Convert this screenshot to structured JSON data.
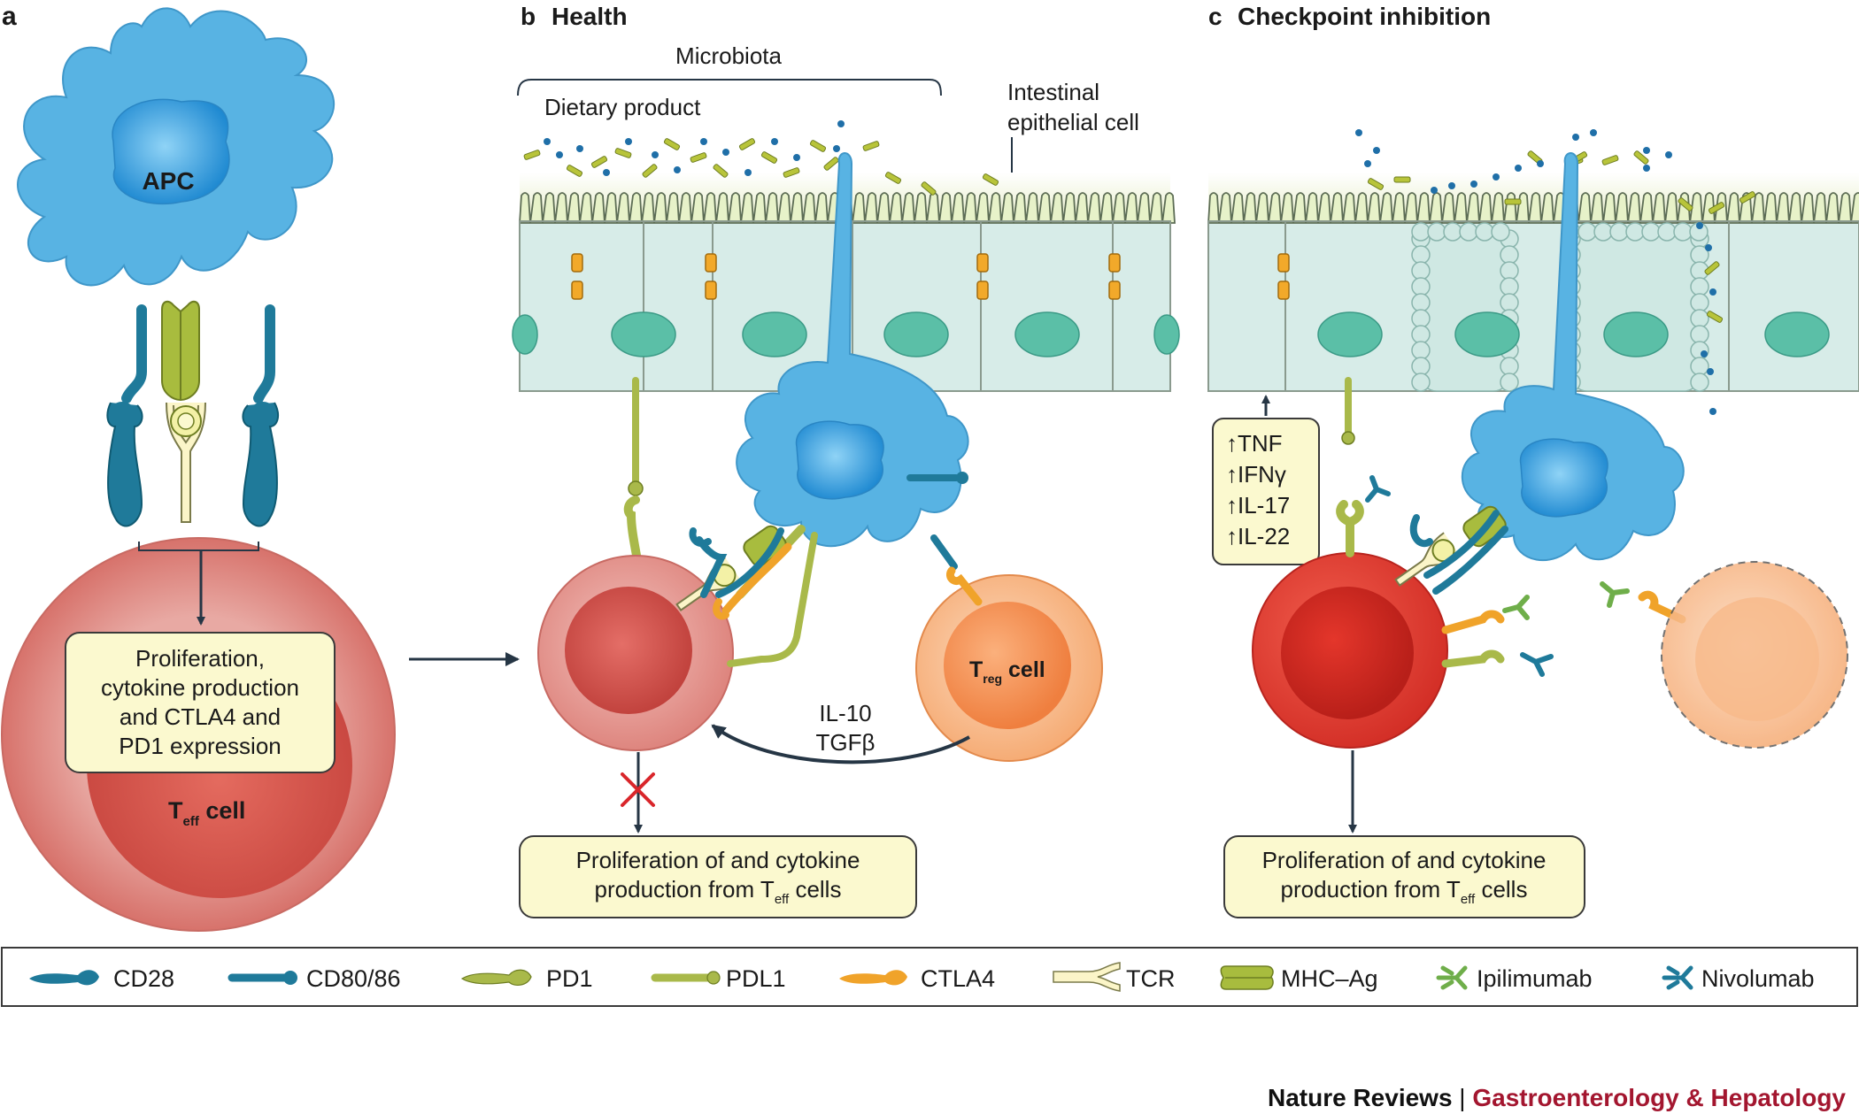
{
  "panels": {
    "a": {
      "letter": "a"
    },
    "b": {
      "letter": "b",
      "title": "Health"
    },
    "c": {
      "letter": "c",
      "title": "Checkpoint inhibition"
    }
  },
  "cells": {
    "apc": "APC",
    "teff_main": "T",
    "teff_sub": "eff",
    "teff_suffix": " cell",
    "treg_main": "T",
    "treg_sub": "reg",
    "treg_suffix": " cell"
  },
  "panel_a": {
    "box_lines": [
      "Proliferation,",
      "cytokine production",
      "and CTLA4 and",
      "PD1 expression"
    ]
  },
  "panel_b": {
    "microbiota": "Microbiota",
    "dietary": "Dietary product",
    "epithelial_line1": "Intestinal",
    "epithelial_line2": "epithelial cell",
    "cytokines_line1": "IL-10",
    "cytokines_line2": "TGFβ",
    "box_line1": "Proliferation of and cytokine",
    "box_line2_pre": "production from T",
    "box_line2_sub": "eff",
    "box_line2_post": " cells"
  },
  "panel_c": {
    "cytokines": [
      "↑TNF",
      "↑IFNγ",
      "↑IL-17",
      "↑IL-22"
    ],
    "box_line1": "Proliferation of and cytokine",
    "box_line2_pre": "production from T",
    "box_line2_sub": "eff",
    "box_line2_post": " cells"
  },
  "legend": [
    {
      "icon": "cd28-icon",
      "label": "CD28"
    },
    {
      "icon": "cd80-86-icon",
      "label": "CD80/86"
    },
    {
      "icon": "pd1-icon",
      "label": "PD1"
    },
    {
      "icon": "pdl1-icon",
      "label": "PDL1"
    },
    {
      "icon": "ctla4-icon",
      "label": "CTLA4"
    },
    {
      "icon": "tcr-icon",
      "label": "TCR"
    },
    {
      "icon": "mhc-ag-icon",
      "label": "MHC–Ag"
    },
    {
      "icon": "ipilimumab-icon",
      "label": "Ipilimumab"
    },
    {
      "icon": "nivolumab-icon",
      "label": "Nivolumab"
    }
  ],
  "footer": {
    "journal": "Nature Reviews",
    "separator": " | ",
    "subtitle": "Gastroenterology & Hepatology"
  },
  "colors": {
    "apc_blue": "#5bb4e4",
    "teff_red": "#d9645e",
    "treg_orange": "#f29a5c",
    "cd28": "#1f7a9a",
    "pd1_green": "#a9b94a",
    "ctla4": "#f0a32a",
    "epithelium": "#d7ece8",
    "box_fill": "#fbf9cf",
    "journal_red": "#a3162f"
  }
}
